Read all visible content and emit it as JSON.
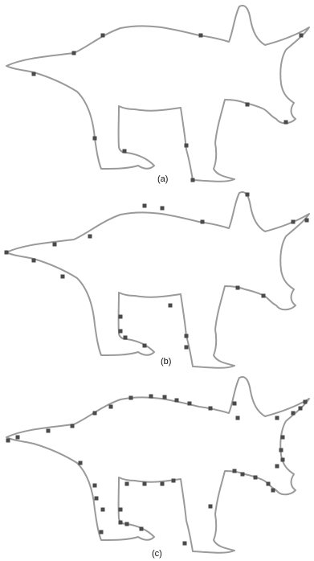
{
  "figure": {
    "panels": [
      {
        "id": "a",
        "caption": "(a)",
        "marker_count": 11
      },
      {
        "id": "b",
        "caption": "(b)",
        "marker_count": 20
      },
      {
        "id": "c",
        "caption": "(c)",
        "marker_count": 40
      }
    ]
  },
  "colors": {
    "outline": "#9a9a9a",
    "marker": "#4a4a4a",
    "background": "#ffffff"
  }
}
